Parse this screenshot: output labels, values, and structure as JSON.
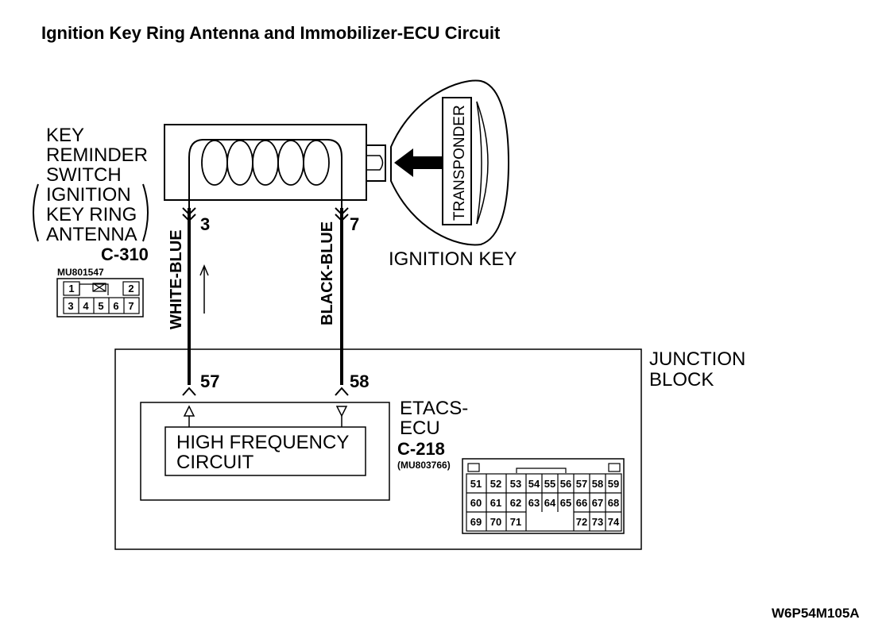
{
  "title": "Ignition Key Ring Antenna and Immobilizer-ECU Circuit",
  "switch": {
    "lines": [
      "KEY",
      "REMINDER",
      "SWITCH",
      "IGNITION",
      "KEY RING",
      "ANTENNA"
    ],
    "connector": "C-310",
    "part_no": "MU801547",
    "pins_top": [
      "1",
      "2"
    ],
    "pins_bottom": [
      "3",
      "4",
      "5",
      "6",
      "7"
    ]
  },
  "key": {
    "label": "IGNITION KEY",
    "transponder": "TRANSPONDER"
  },
  "wires": [
    {
      "color": "WHITE-BLUE",
      "from_pin": "3",
      "to_pin": "57"
    },
    {
      "color": "BLACK-BLUE",
      "from_pin": "7",
      "to_pin": "58"
    }
  ],
  "junction_block": {
    "lines": [
      "JUNCTION",
      "BLOCK"
    ]
  },
  "ecu": {
    "lines": [
      "ETACS-",
      "ECU"
    ],
    "connector": "C-218",
    "part_no": "(MU803766)",
    "circuit": [
      "HIGH FREQUENCY",
      "CIRCUIT"
    ],
    "pins_row1": [
      "51",
      "52",
      "53",
      "54",
      "55",
      "56",
      "57",
      "58",
      "59"
    ],
    "pins_row2": [
      "60",
      "61",
      "62",
      "63",
      "64",
      "65",
      "66",
      "67",
      "68"
    ],
    "pins_row3_left": [
      "69",
      "70",
      "71"
    ],
    "pins_row3_right": [
      "72",
      "73",
      "74"
    ]
  },
  "figure_code": "W6P54M105A"
}
